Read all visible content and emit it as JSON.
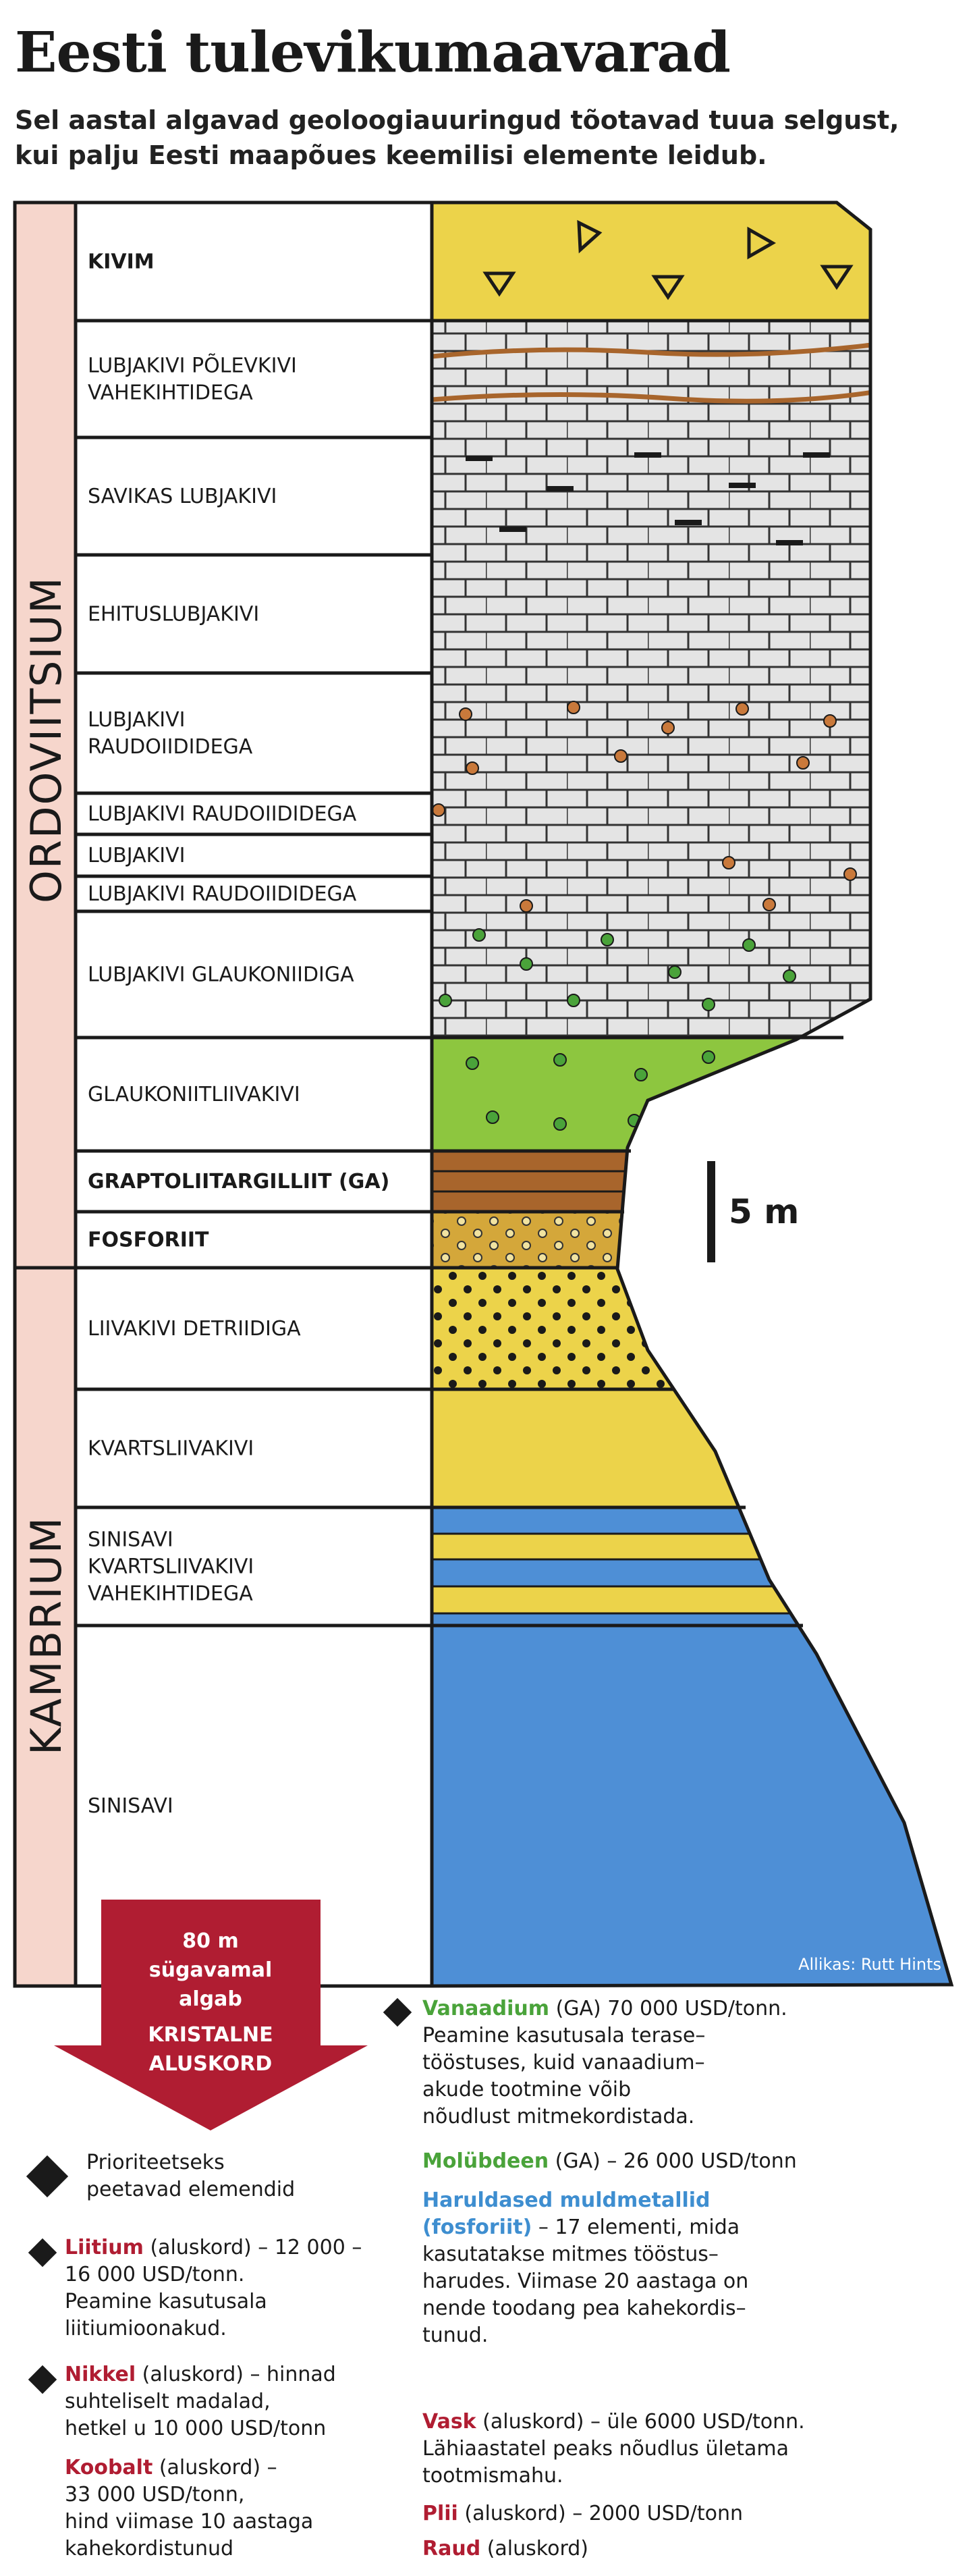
{
  "title": "Eesti tulevikumaavarad",
  "subtitle": "Sel aastal algavad geoloogiauuringud tõotavad tuua selgust, kui palju Eesti maapõues keemilisi elemente leidub.",
  "eras": {
    "ordovician": "ORDOVIITSIUM",
    "cambrian": "KAMBRIUM"
  },
  "layers": [
    {
      "lines": [
        "KIVIM"
      ],
      "bold": true,
      "color": ""
    },
    {
      "lines": [
        "LUBJAKIVI PÕLEVKIVI",
        "VAHEKIHTIDEGA"
      ],
      "bold": false,
      "color": ""
    },
    {
      "lines": [
        "SAVIKAS LUBJAKIVI"
      ],
      "bold": false,
      "color": ""
    },
    {
      "lines": [
        "EHITUSLUBJAKIVI"
      ],
      "bold": false,
      "color": ""
    },
    {
      "lines": [
        "LUBJAKIVI",
        "RAUDOIIDIDEGA"
      ],
      "bold": false,
      "color": ""
    },
    {
      "lines": [
        "LUBJAKIVI RAUDOIIDIDEGA"
      ],
      "bold": false,
      "color": ""
    },
    {
      "lines": [
        "LUBJAKIVI"
      ],
      "bold": false,
      "color": ""
    },
    {
      "lines": [
        "LUBJAKIVI RAUDOIIDIDEGA"
      ],
      "bold": false,
      "color": ""
    },
    {
      "lines": [
        "LUBJAKIVI GLAUKONIIDIGA"
      ],
      "bold": false,
      "color": ""
    },
    {
      "lines": [
        "GLAUKONIITLIIVAKIVI"
      ],
      "bold": false,
      "color": ""
    },
    {
      "lines": [
        "GRAPTOLIITARGILLIIT (GA)"
      ],
      "bold": true,
      "color": "#4aa33a"
    },
    {
      "lines": [
        "FOSFORIIT"
      ],
      "bold": true,
      "color": "#3e8ed0"
    },
    {
      "lines": [
        "LIIVAKIVI DETRIIDIGA"
      ],
      "bold": false,
      "color": ""
    },
    {
      "lines": [
        "KVARTSLIIVAKIVI"
      ],
      "bold": false,
      "color": ""
    },
    {
      "lines": [
        "SINISAVI",
        "KVARTSLIIVAKIVI",
        "VAHEKIHTIDEGA"
      ],
      "bold": false,
      "color": ""
    },
    {
      "lines": [
        "SINISAVI"
      ],
      "bold": false,
      "color": ""
    }
  ],
  "scale": {
    "label": "5 m"
  },
  "source": "Allikas: Rutt Hints",
  "arrow": {
    "lines": [
      "80 m",
      "sügavamal",
      "algab"
    ],
    "bold_lines": [
      "KRISTALNE",
      "ALUSKORD"
    ]
  },
  "legend": {
    "line1": "Prioriteetseks",
    "line2": "peetavad elemendid"
  },
  "colors": {
    "red": "#b01d32",
    "green": "#4aa33a",
    "blue": "#3e8ed0",
    "yellow": "#ecd34a",
    "gray": "#e4e4e4",
    "lime": "#8dc63f",
    "brown": "#a8652c",
    "sinisavi": "#4e8fd6",
    "era_bg": "#f6d6cc"
  },
  "notes": {
    "liitium": {
      "name": "Liitium",
      "l1": " (aluskord) – 12 000 –",
      "l2": "16 000 USD/tonn.",
      "l3": "Peamine kasutusala",
      "l4": "liitiumioonakud."
    },
    "nikkel": {
      "name": "Nikkel",
      "l1": " (aluskord) – hinnad",
      "l2": "suhteliselt madalad,",
      "l3": "hetkel u 10 000 USD/tonn"
    },
    "koobalt": {
      "name": "Koobalt",
      "l1": " (aluskord) –",
      "l2": "33 000 USD/tonn,",
      "l3": "hind viimase 10 aastaga",
      "l4": "kahekordistunud"
    },
    "vanaadium": {
      "name": "Vanaadium",
      "l1": " (GA) 70 000 USD/tonn.",
      "l2": "Peamine kasutusala terase–",
      "l3": "tööstuses, kuid vanaadium–",
      "l4": "akude tootmine võib",
      "l5": "nõudlust mitmekordistada."
    },
    "molybdeen": {
      "name": "Molübdeen",
      "l1": " (GA) – 26 000 USD/tonn"
    },
    "muldmetallid": {
      "name1": "Haruldased muldmetallid",
      "name2": "(fosforiit)",
      "l1": " – 17 elementi, mida",
      "l2": "kasutatakse mitmes tööstus–",
      "l3": "harudes. Viimase 20 aastaga on",
      "l4": "nende toodang pea kahekordis–",
      "l5": "tunud."
    },
    "vask": {
      "name": "Vask",
      "l1": " (aluskord) – üle 6000 USD/tonn.",
      "l2": "Lähiaastatel peaks nõudlus ületama",
      "l3": "tootmismahu."
    },
    "plii": {
      "name": "Plii",
      "l1": " (aluskord) – 2000 USD/tonn"
    },
    "raud": {
      "name": "Raud",
      "l1": " (aluskord)"
    }
  }
}
